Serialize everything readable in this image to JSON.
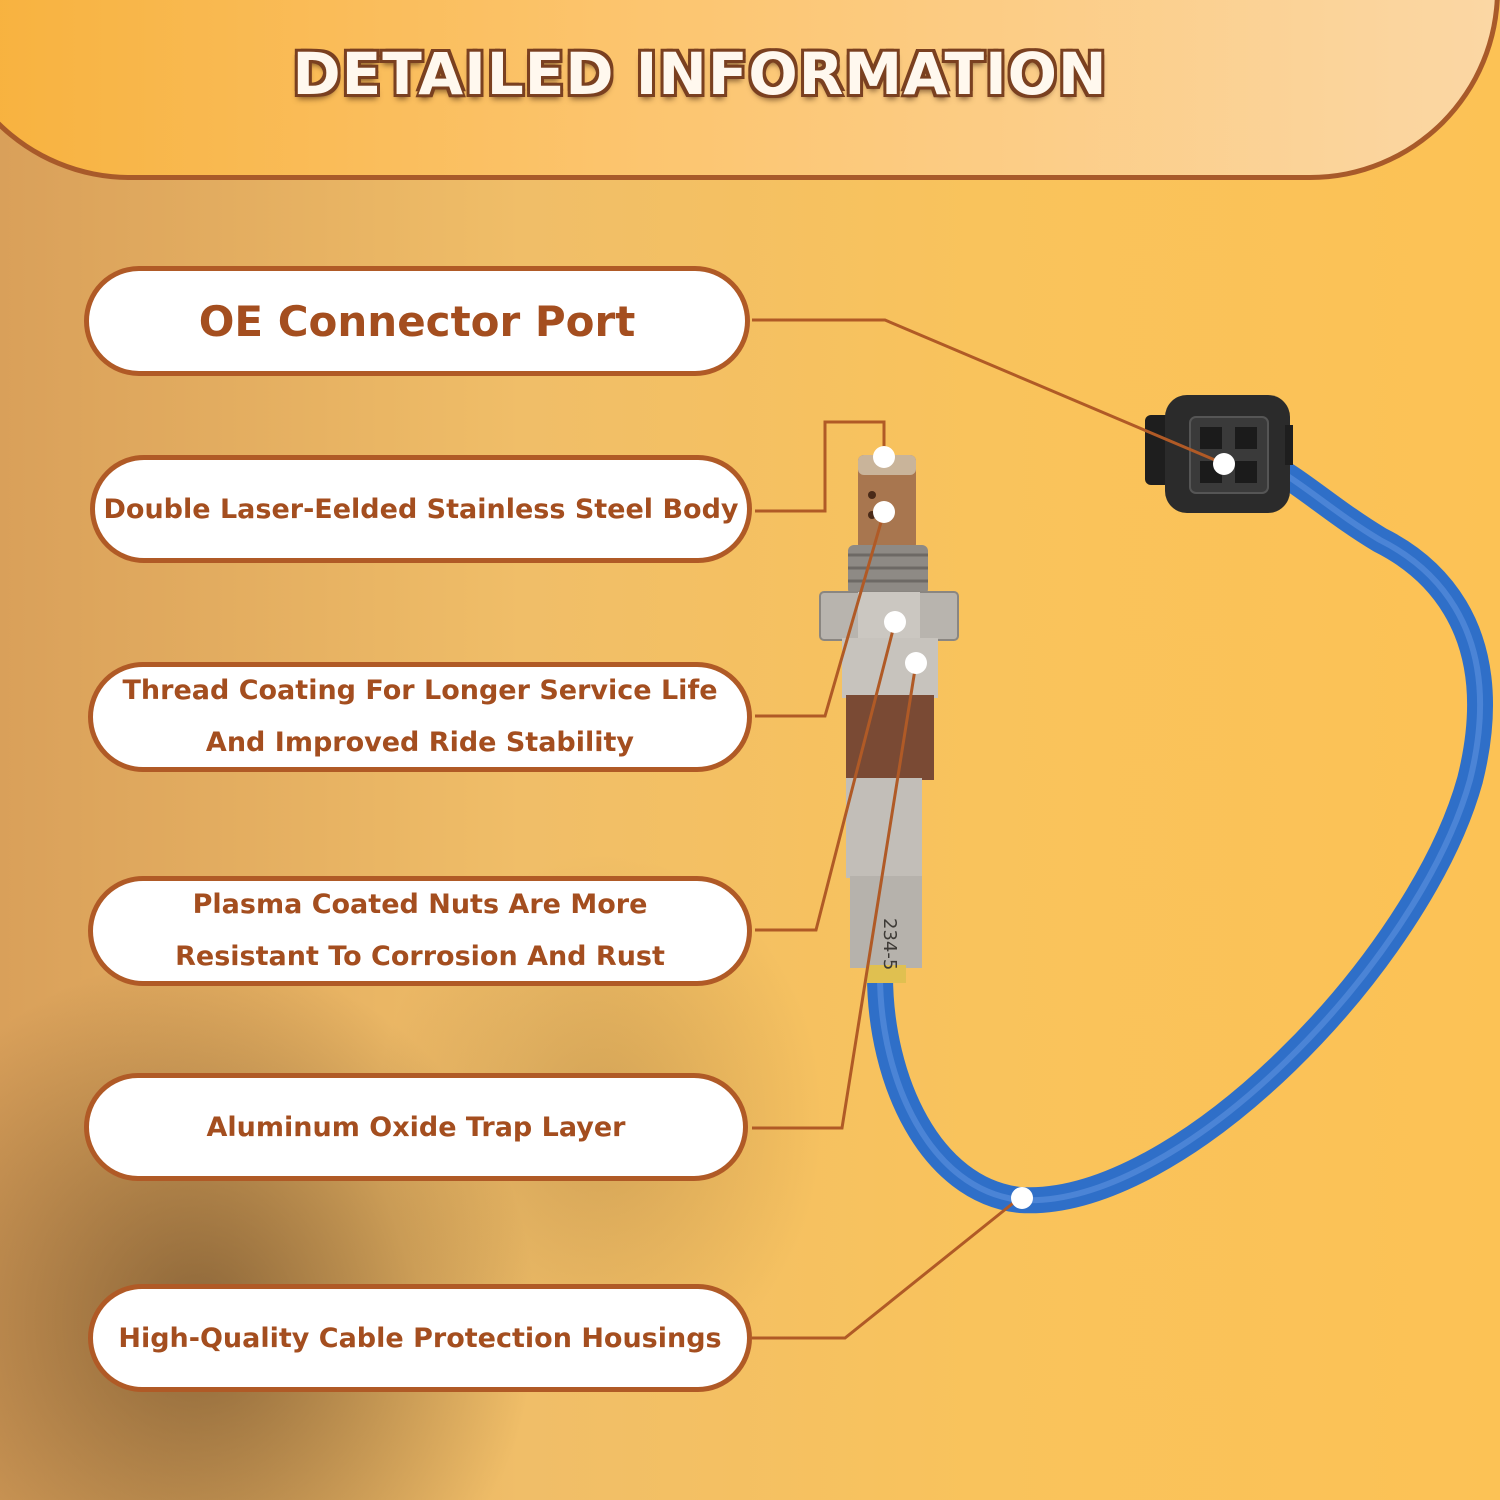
{
  "header": {
    "title": "DETAILED INFORMATION"
  },
  "features": [
    {
      "lines": [
        "OE Connector Port"
      ]
    },
    {
      "lines": [
        "Double Laser-Eelded Stainless Steel Body"
      ]
    },
    {
      "lines": [
        "Thread Coating For Longer Service Life",
        "And Improved Ride Stability"
      ]
    },
    {
      "lines": [
        "Plasma Coated Nuts Are More",
        "Resistant To Corrosion And Rust"
      ]
    },
    {
      "lines": [
        "Aluminum Oxide Trap Layer"
      ]
    },
    {
      "lines": [
        "High-Quality Cable Protection Housings"
      ]
    }
  ],
  "product": {
    "sensor_marking": "234-5",
    "colors": {
      "accent": "#b05a26",
      "cable": "#2f6fc8",
      "connector": "#2b2b2b",
      "metal": "#b8b4ae"
    }
  }
}
